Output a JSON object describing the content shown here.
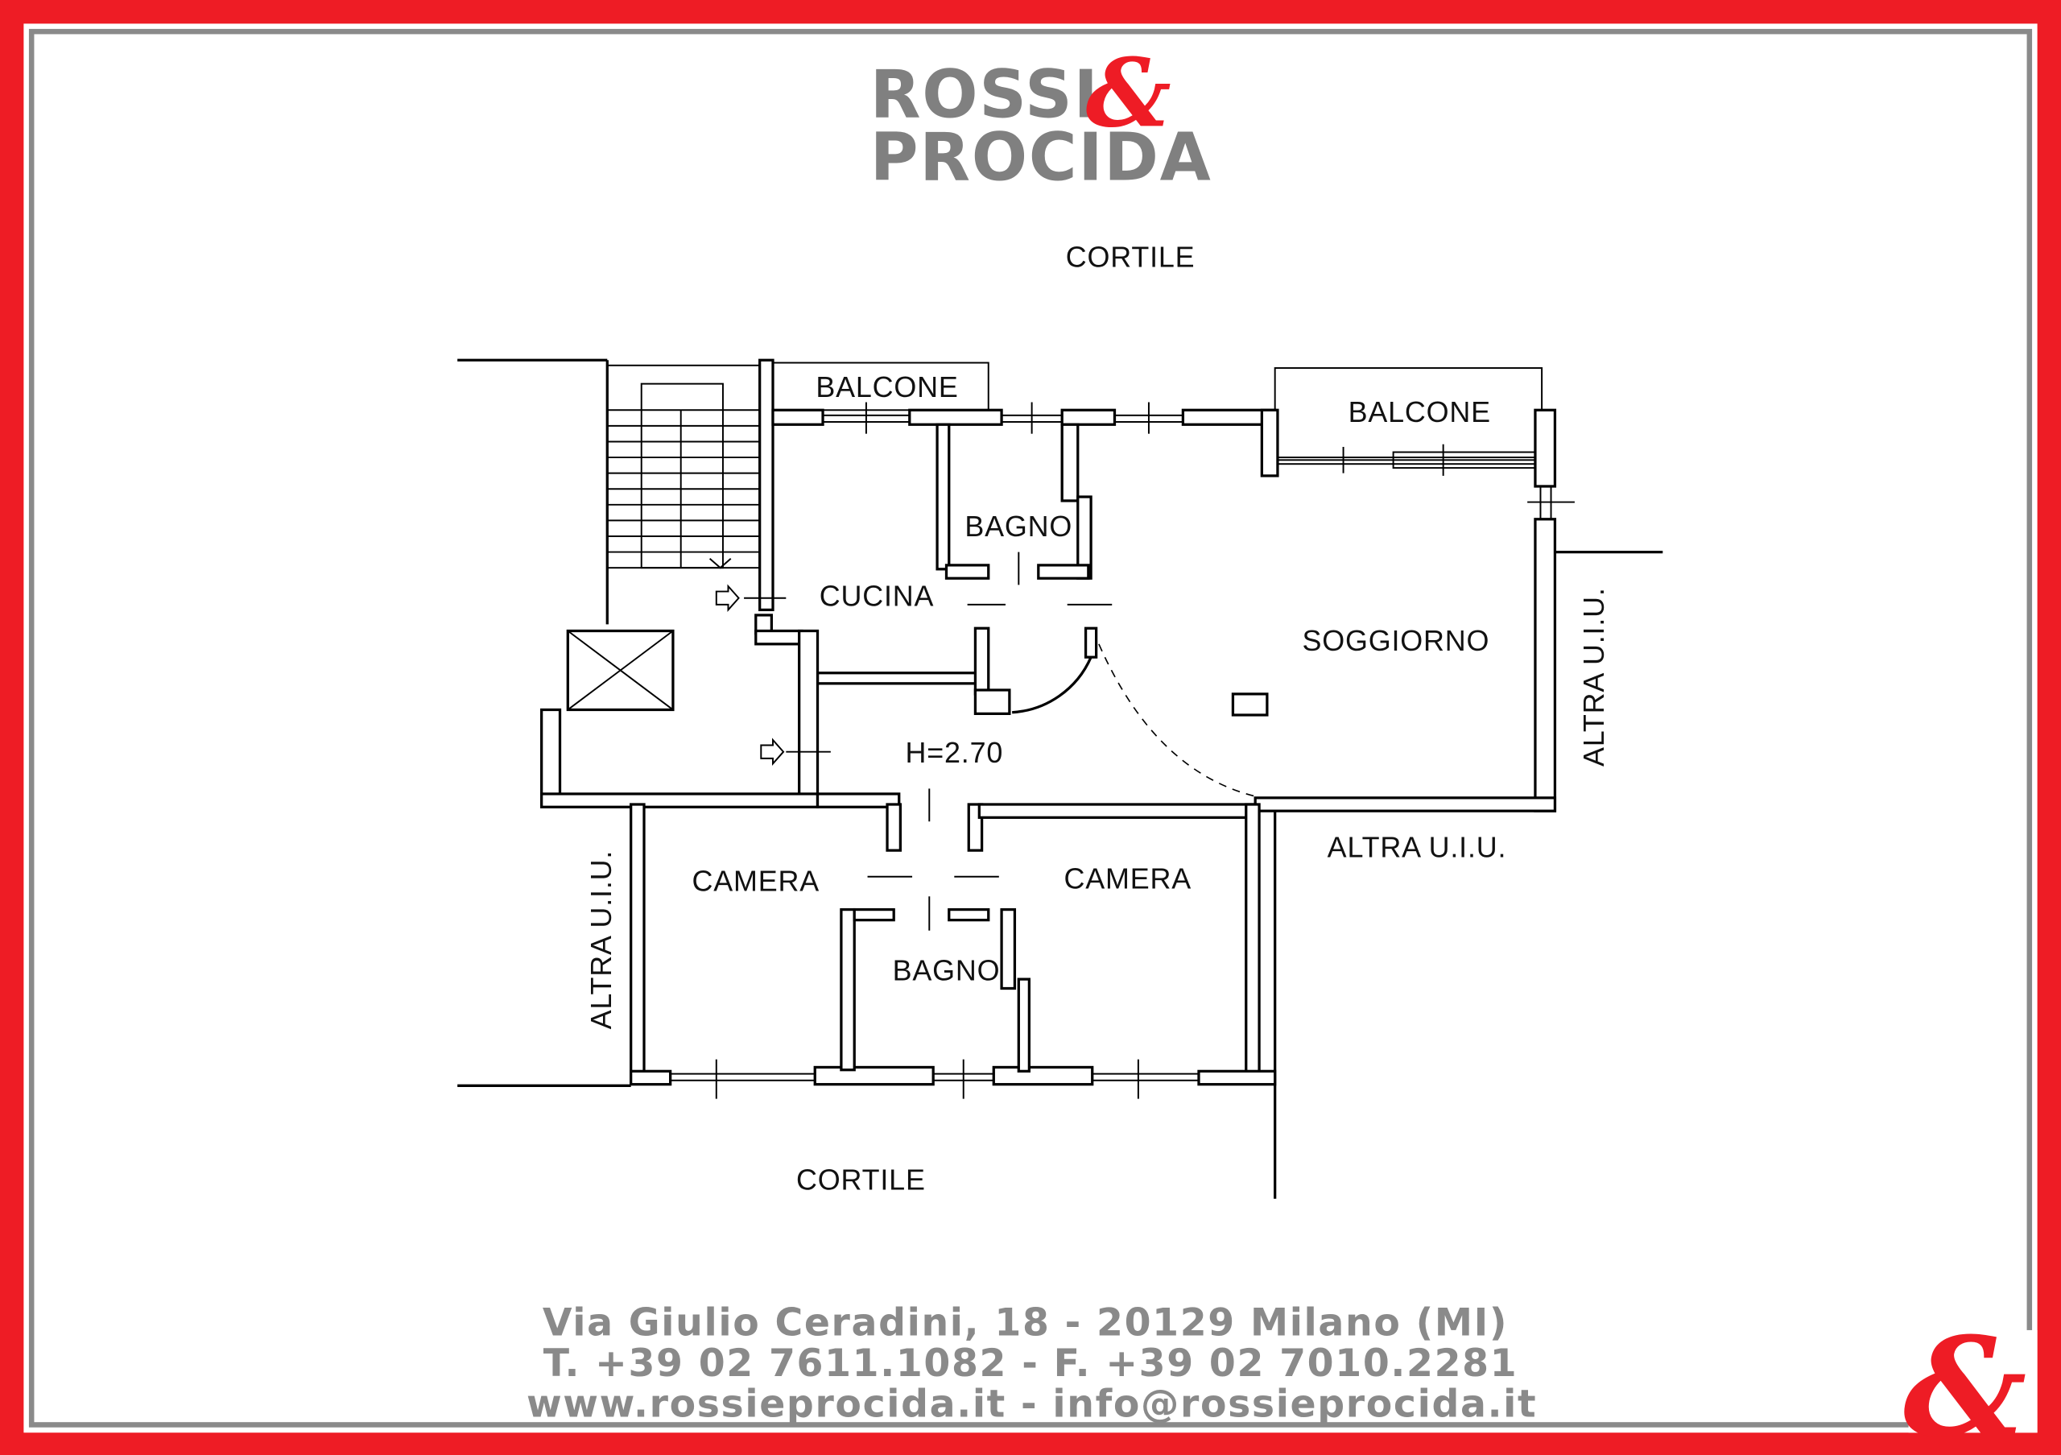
{
  "brand": {
    "line1": "ROSSI",
    "ampersand": "&",
    "line2": "PROCIDA",
    "accent_color": "#ee1c25",
    "text_color": "#808080"
  },
  "plan": {
    "cortile_top": "CORTILE",
    "balcone_left": "BALCONE",
    "bagno_top": "BAGNO",
    "cucina": "CUCINA",
    "balcone_right": "BALCONE",
    "soggiorno": "SOGGIORNO",
    "height": "H=2.70",
    "altra_right": "ALTRA U.I.U.",
    "altra_bottom_right": "ALTRA U.I.U.",
    "camera_left": "CAMERA",
    "camera_right": "CAMERA",
    "bagno_bottom": "BAGNO",
    "altra_left": "ALTRA U.I.U.",
    "cortile_bottom": "CORTILE"
  },
  "footer": {
    "address": "Via Giulio Ceradini, 18 - 20129 Milano (MI)",
    "phones": "T. +39 02 7611.1082 - F. +39 02 7010.2281",
    "web": "www.rossieprocida.it - info@rossieprocida.it"
  }
}
